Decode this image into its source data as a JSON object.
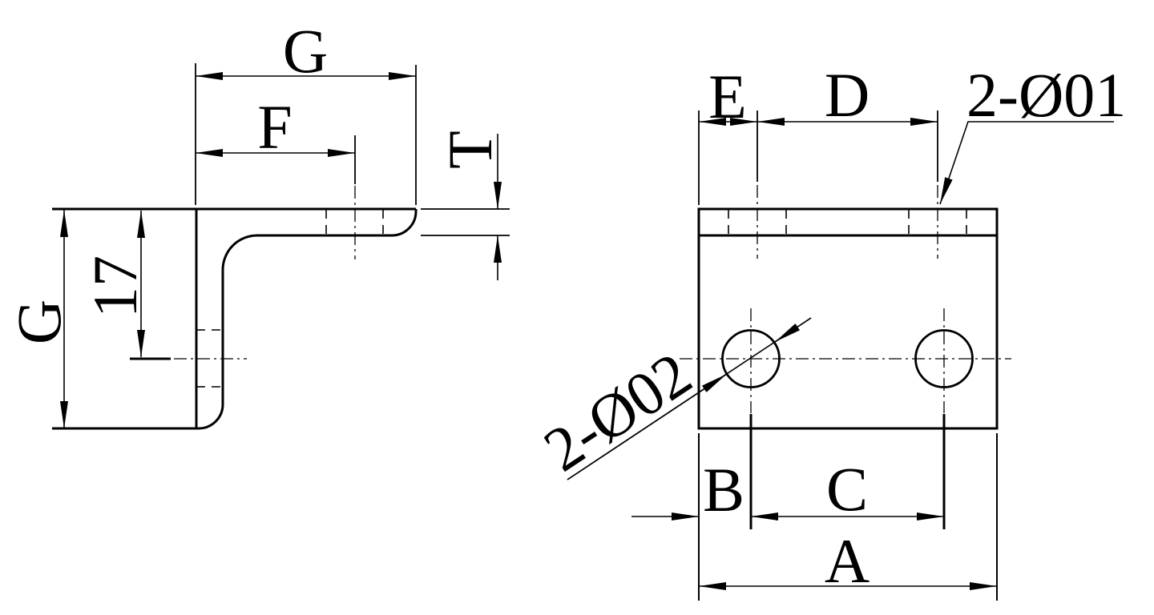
{
  "drawing": {
    "background": "#ffffff",
    "ink": "#000000",
    "side_view": {
      "labels": {
        "g_top": "G",
        "f": "F",
        "t": "T",
        "g_left": "G",
        "hole_offset": "17"
      }
    },
    "front_view": {
      "labels": {
        "e": "E",
        "d": "D",
        "b": "B",
        "c": "C",
        "a": "A",
        "holes_top_callout": "2-Ø01",
        "holes_face_callout": "2-Ø02"
      }
    }
  }
}
